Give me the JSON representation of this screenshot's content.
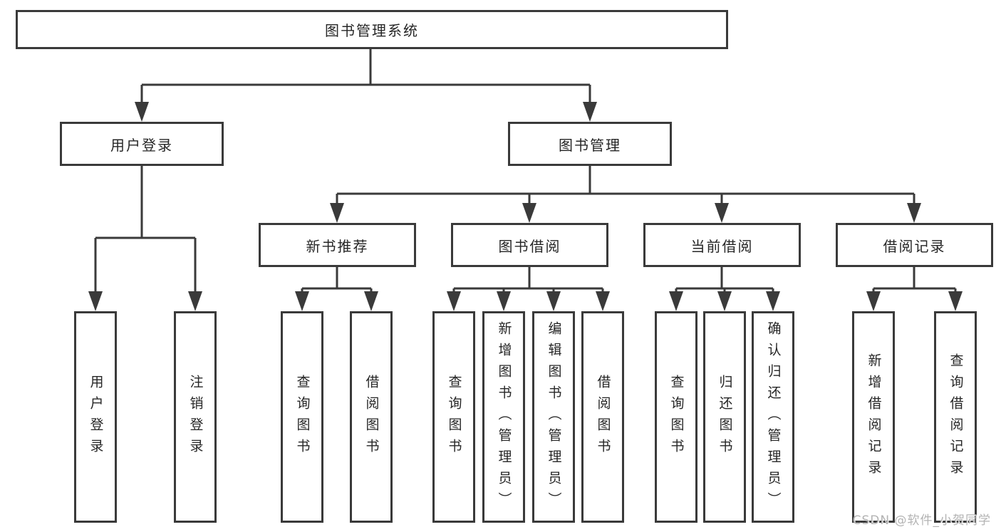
{
  "diagram": {
    "root": {
      "label": "图书管理系统"
    },
    "level2": [
      {
        "label": "用户登录"
      },
      {
        "label": "图书管理"
      }
    ],
    "level3": [
      {
        "label": "新书推荐"
      },
      {
        "label": "图书借阅"
      },
      {
        "label": "当前借阅"
      },
      {
        "label": "借阅记录"
      }
    ],
    "leaves": {
      "user_login": [
        "用户登录",
        "注销登录"
      ],
      "new_book": [
        "查询图书",
        "借阅图书"
      ],
      "book_borrow": [
        "查询图书",
        "新增图书（管理员）",
        "编辑图书（管理员）",
        "借阅图书"
      ],
      "current_borrow": [
        "查询图书",
        "归还图书",
        "确认归还（管理员）"
      ],
      "borrow_record": [
        "新增借阅记录",
        "查询借阅记录"
      ]
    }
  },
  "watermark": {
    "text": "CSDN @软件_小贺同学"
  },
  "colors": {
    "line": "#3a3a3a",
    "text": "#262626",
    "watermark": "#b3b3b3",
    "background": "#ffffff"
  }
}
